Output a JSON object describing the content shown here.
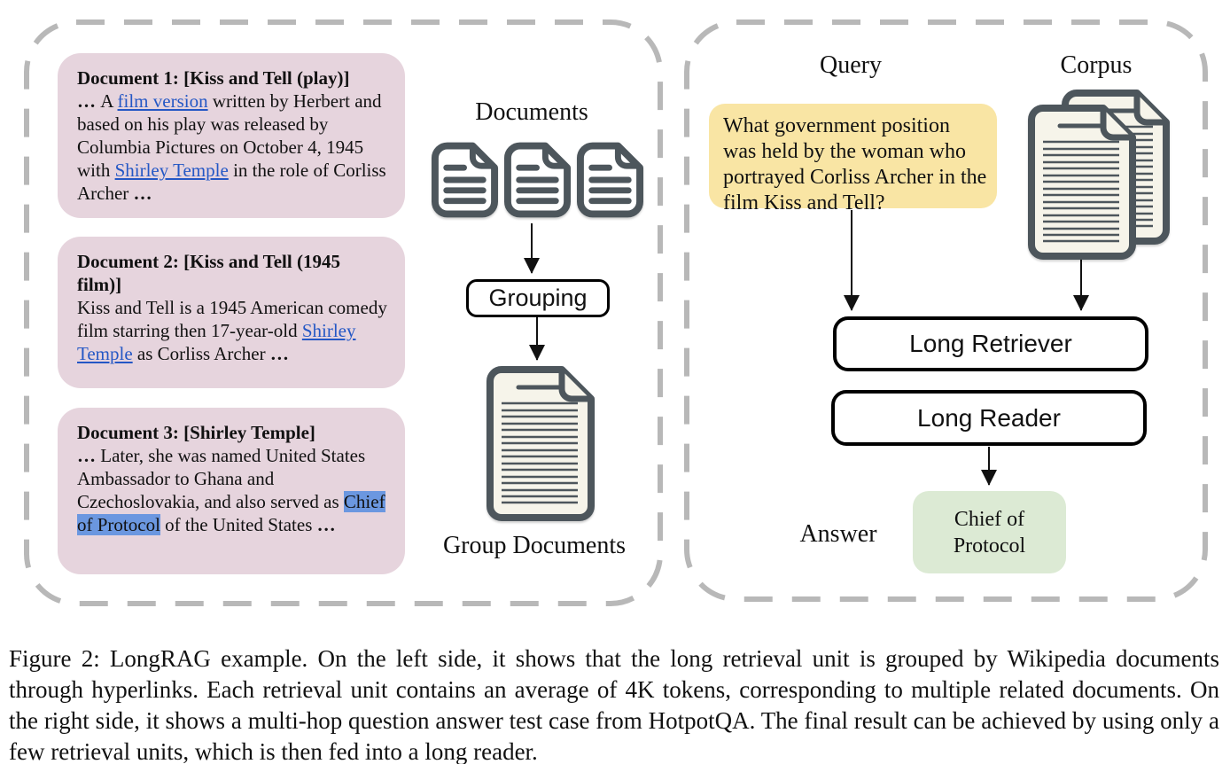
{
  "figure": {
    "left_panel": {
      "documents_label": "Documents",
      "grouping_label": "Grouping",
      "group_documents_label": "Group Documents",
      "doc_boxes": [
        {
          "title": "Document 1: [Kiss and Tell (play)]",
          "body": [
            {
              "t": "… ",
              "bold": true
            },
            {
              "t": "A "
            },
            {
              "t": "film version",
              "link": true
            },
            {
              "t": " written by Herbert and based on his play was released by Columbia Pictures on October 4, 1945 with "
            },
            {
              "t": "Shirley Temple",
              "link": true
            },
            {
              "t": " in the role of Corliss Archer "
            },
            {
              "t": "…",
              "bold": true
            }
          ]
        },
        {
          "title": "Document 2: [Kiss and Tell (1945 film)]",
          "body": [
            {
              "t": "Kiss and Tell is a 1945 American comedy film starring then 17-year-old "
            },
            {
              "t": "Shirley Temple",
              "link": true
            },
            {
              "t": " as Corliss Archer "
            },
            {
              "t": "…",
              "bold": true
            }
          ]
        },
        {
          "title": "Document 3: [Shirley Temple]",
          "body": [
            {
              "t": "… ",
              "bold": true
            },
            {
              "t": "Later, she was named United States Ambassador to Ghana and Czechoslovakia, and also served as "
            },
            {
              "t": "Chief of Protocol",
              "hl": true
            },
            {
              "t": " of the United States "
            },
            {
              "t": "…",
              "bold": true
            }
          ]
        }
      ]
    },
    "right_panel": {
      "query_label": "Query",
      "corpus_label": "Corpus",
      "query_text": "What government position was held by the woman who portrayed Corliss Archer in the film Kiss and Tell?",
      "long_retriever_label": "Long Retriever",
      "long_reader_label": "Long Reader",
      "answer_label": "Answer",
      "answer_text": "Chief of Protocol"
    },
    "icons": {
      "documents": "document-icon",
      "group_document": "group-document-icon",
      "corpus": "corpus-documents-icon"
    },
    "colors": {
      "doc_box_bg": "#e6d4dd",
      "query_bg": "#f9e5a4",
      "answer_bg": "#dcead4",
      "highlight_bg": "#6b97e0",
      "link_color": "#2457c5",
      "panel_dash": "#b8b8b8",
      "icon_stroke": "#4d565c",
      "big_doc_fill": "#f6f4ea"
    }
  },
  "caption": "Figure 2: LongRAG example. On the left side, it shows that the long retrieval unit is grouped by Wikipedia documents through hyperlinks. Each retrieval unit contains an average of 4K tokens, corresponding to multiple related documents. On the right side, it shows a multi-hop question answer test case from HotpotQA. The final result can be achieved by using only a few retrieval units, which is then fed into a long reader."
}
